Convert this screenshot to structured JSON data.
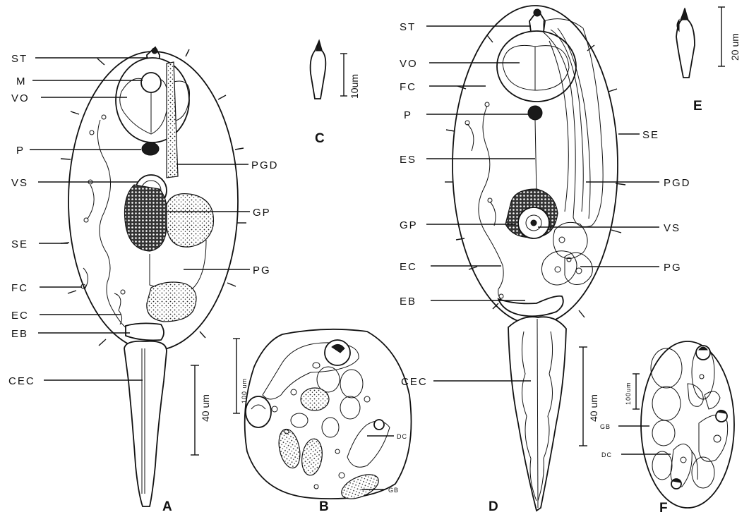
{
  "figureA": {
    "panel_label": "A",
    "labels": [
      "ST",
      "M",
      "VO",
      "P",
      "VS",
      "SE",
      "FC",
      "EC",
      "EB",
      "CEC",
      "PGD",
      "GP",
      "PG"
    ],
    "scale": "40 um"
  },
  "figureB": {
    "panel_label": "B",
    "labels": [
      "DC",
      "GB"
    ],
    "scale": "100 um"
  },
  "figureC": {
    "panel_label": "C",
    "scale": "10um"
  },
  "figureD": {
    "panel_label": "D",
    "labels": [
      "ST",
      "VO",
      "FC",
      "P",
      "ES",
      "GP",
      "EC",
      "EB",
      "CEC",
      "SE",
      "PGD",
      "VS",
      "PG"
    ],
    "scale": "40 um"
  },
  "figureE": {
    "panel_label": "E",
    "scale": "20 um"
  },
  "figureF": {
    "panel_label": "F",
    "labels": [
      "GB",
      "DC"
    ],
    "scale": "100um"
  }
}
